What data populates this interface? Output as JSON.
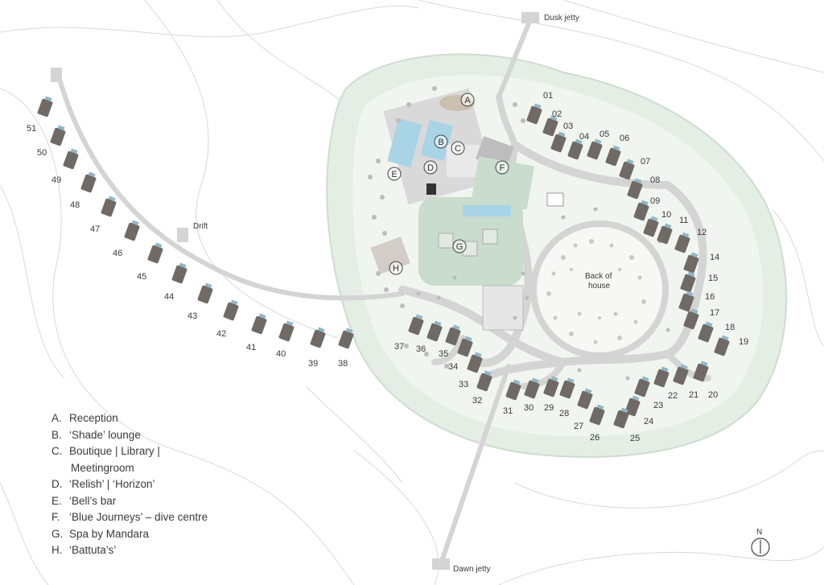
{
  "map": {
    "jetties": {
      "north": "Dusk jetty",
      "south": "Dawn jetty",
      "west": "Drift"
    },
    "back_of_house": {
      "line1": "Back of",
      "line2": "house"
    },
    "compass": "N",
    "facility_markers": [
      "A",
      "B",
      "C",
      "D",
      "E",
      "F",
      "G",
      "H"
    ],
    "villas": [
      "01",
      "02",
      "03",
      "04",
      "05",
      "06",
      "07",
      "08",
      "09",
      "10",
      "11",
      "12",
      "14",
      "15",
      "16",
      "17",
      "18",
      "19",
      "20",
      "21",
      "22",
      "23",
      "24",
      "25",
      "26",
      "27",
      "28",
      "29",
      "30",
      "31",
      "32",
      "33",
      "34",
      "35",
      "36",
      "37",
      "38",
      "39",
      "40",
      "41",
      "42",
      "43",
      "44",
      "45",
      "46",
      "47",
      "48",
      "49",
      "50",
      "51"
    ]
  },
  "legend": [
    {
      "key": "A.",
      "text": "Reception"
    },
    {
      "key": "B.",
      "text": "‘Shade’ lounge"
    },
    {
      "key": "C.",
      "text": "Boutique | Library |",
      "cont": "Meetingroom"
    },
    {
      "key": "D.",
      "text": "‘Relish’ | ‘Horizon’"
    },
    {
      "key": "E.",
      "text": "‘Bell’s bar"
    },
    {
      "key": "F.",
      "text": "‘Blue Journeys’ – dive centre"
    },
    {
      "key": "G.",
      "text": "Spa by Mandara"
    },
    {
      "key": "H.",
      "text": "‘Battuta’s’"
    }
  ],
  "colors": {
    "island": "#e4eee4",
    "path": "#d6d6d6",
    "villa": "#6f6a66",
    "pool": "#a8d4e6",
    "garden": "#c9dccd",
    "contour": "#d9d9d9"
  }
}
